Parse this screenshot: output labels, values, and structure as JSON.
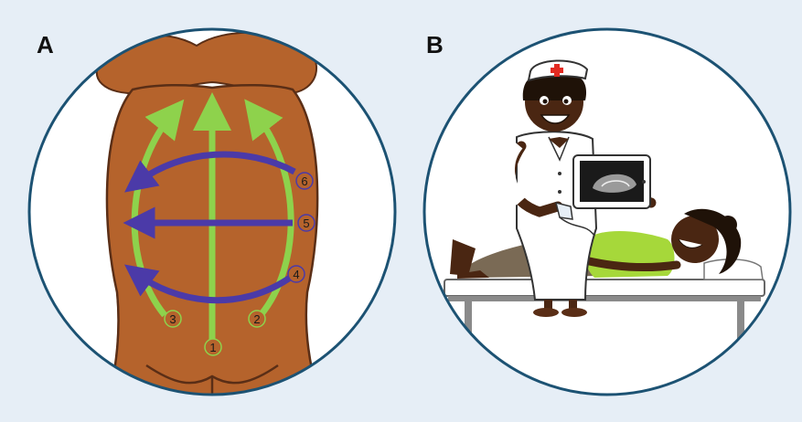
{
  "panels": [
    {
      "letter": "A"
    },
    {
      "letter": "B"
    }
  ],
  "vertical_arrow_labels": [
    "1",
    "2",
    "3"
  ],
  "horizontal_arrow_labels": [
    "4",
    "5",
    "6"
  ],
  "colors": {
    "background": "#e6eef6",
    "circle_border": "#1c5273",
    "skin_abdomen": "#b5632c",
    "skin_dark": "#5a2e16",
    "vertical_arrows": "#8ed24c",
    "horizontal_arrows": "#4b3aa8",
    "nurse_cross": "#e32b22",
    "patient_shirt": "#a6d83a",
    "patient_skirt": "#7a6a55",
    "bed_frame": "#8a8a8a"
  },
  "icons": {
    "abdomen": "abdomen-illustration",
    "nurse": "nurse-illustration",
    "patient": "patient-illustration",
    "bed": "bed-illustration",
    "ultrasound_screen": "ultrasound-screen-icon",
    "probe": "ultrasound-probe-icon"
  }
}
